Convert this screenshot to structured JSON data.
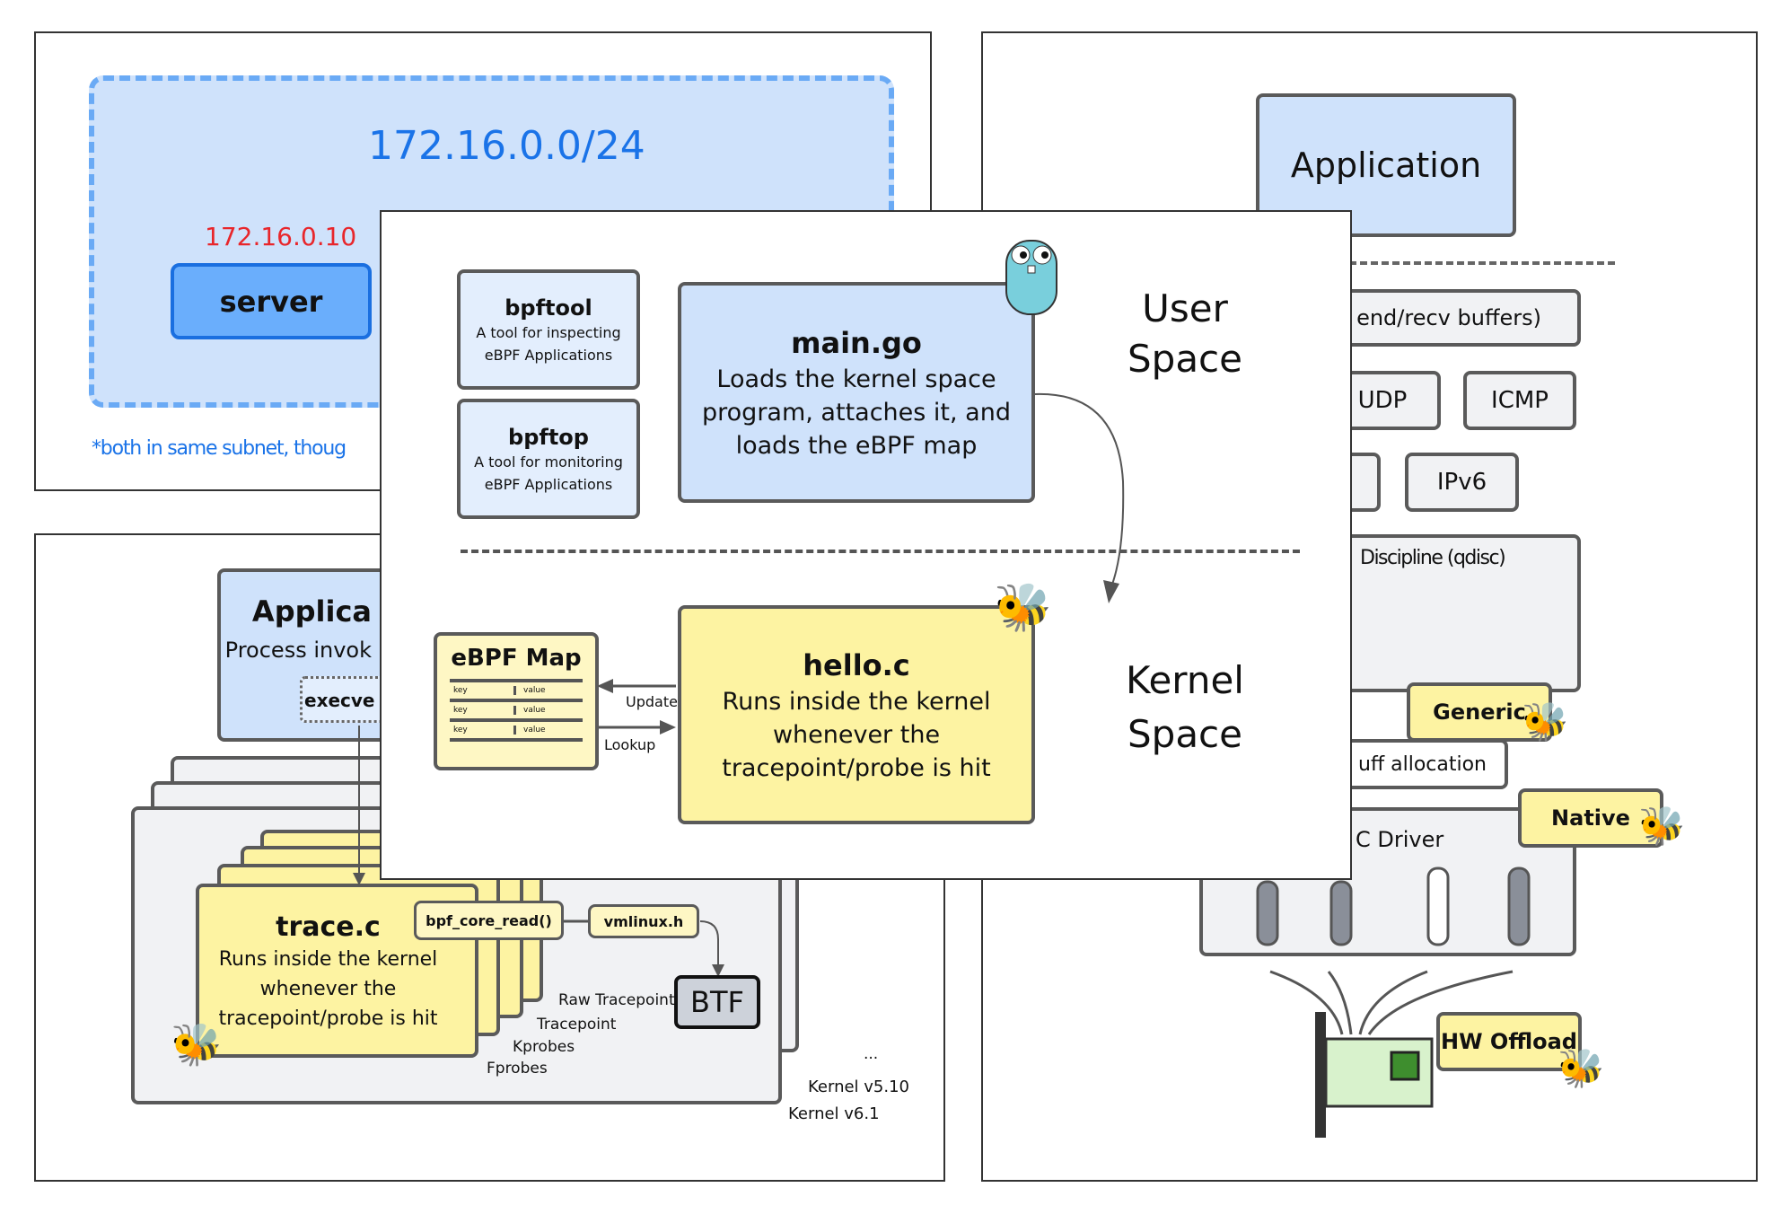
{
  "network_panel": {
    "subnet": "172.16.0.0/24",
    "server_ip": "172.16.0.10",
    "server_label": "server",
    "footnote": "*both in same subnet, thoug"
  },
  "kernel_versions_panel": {
    "application_title": "Applica",
    "application_subtitle": "Process invok",
    "syscall": "execve",
    "trace_title": "trace.c",
    "trace_desc": [
      "Runs inside the kernel",
      "whenever the",
      "tracepoint/probe is hit"
    ],
    "core_read": "bpf_core_read()",
    "vmlinux": "vmlinux.h",
    "btf": "BTF",
    "probe_types": [
      "Raw Tracepoint",
      "Tracepoint",
      "Kprobes",
      "Fprobes"
    ],
    "kernels": [
      "...",
      "Kernel v5.10",
      "Kernel v6.1"
    ]
  },
  "network_stack_panel": {
    "application": "Application",
    "buffers": "end/recv buffers)",
    "udp": "UDP",
    "icmp": "ICMP",
    "ipv6": "IPv6",
    "qdisc": "Discipline (qdisc)",
    "generic": "Generic",
    "buff_alloc": "uff allocation",
    "native": "Native",
    "nic_driver": "C Driver",
    "hw_offload": "HW Offload"
  },
  "overview_panel": {
    "bpftool": {
      "title": "bpftool",
      "desc": [
        "A tool for inspecting",
        "eBPF Applications"
      ]
    },
    "bpftop": {
      "title": "bpftop",
      "desc": [
        "A tool for monitoring",
        "eBPF Applications"
      ]
    },
    "main_go": {
      "title": "main.go",
      "desc": [
        "Loads the kernel space",
        "program, attaches it, and",
        "loads the eBPF map"
      ]
    },
    "user_space": [
      "User",
      "Space"
    ],
    "kernel_space": [
      "Kernel",
      "Space"
    ],
    "ebpf_map": {
      "title": "eBPF Map",
      "rows": [
        [
          "key",
          "value"
        ],
        [
          "key",
          "value"
        ],
        [
          "key",
          "value"
        ]
      ]
    },
    "update": "Update",
    "lookup": "Lookup",
    "hello_c": {
      "title": "hello.c",
      "desc": [
        "Runs inside the kernel",
        "whenever the",
        "tracepoint/probe is hit"
      ]
    }
  },
  "colors": {
    "blue_fill": "#cfe2fb",
    "yellow_fill": "#fdf3a2",
    "accent_blue": "#1a73e8",
    "ip_red": "#e8262b"
  }
}
